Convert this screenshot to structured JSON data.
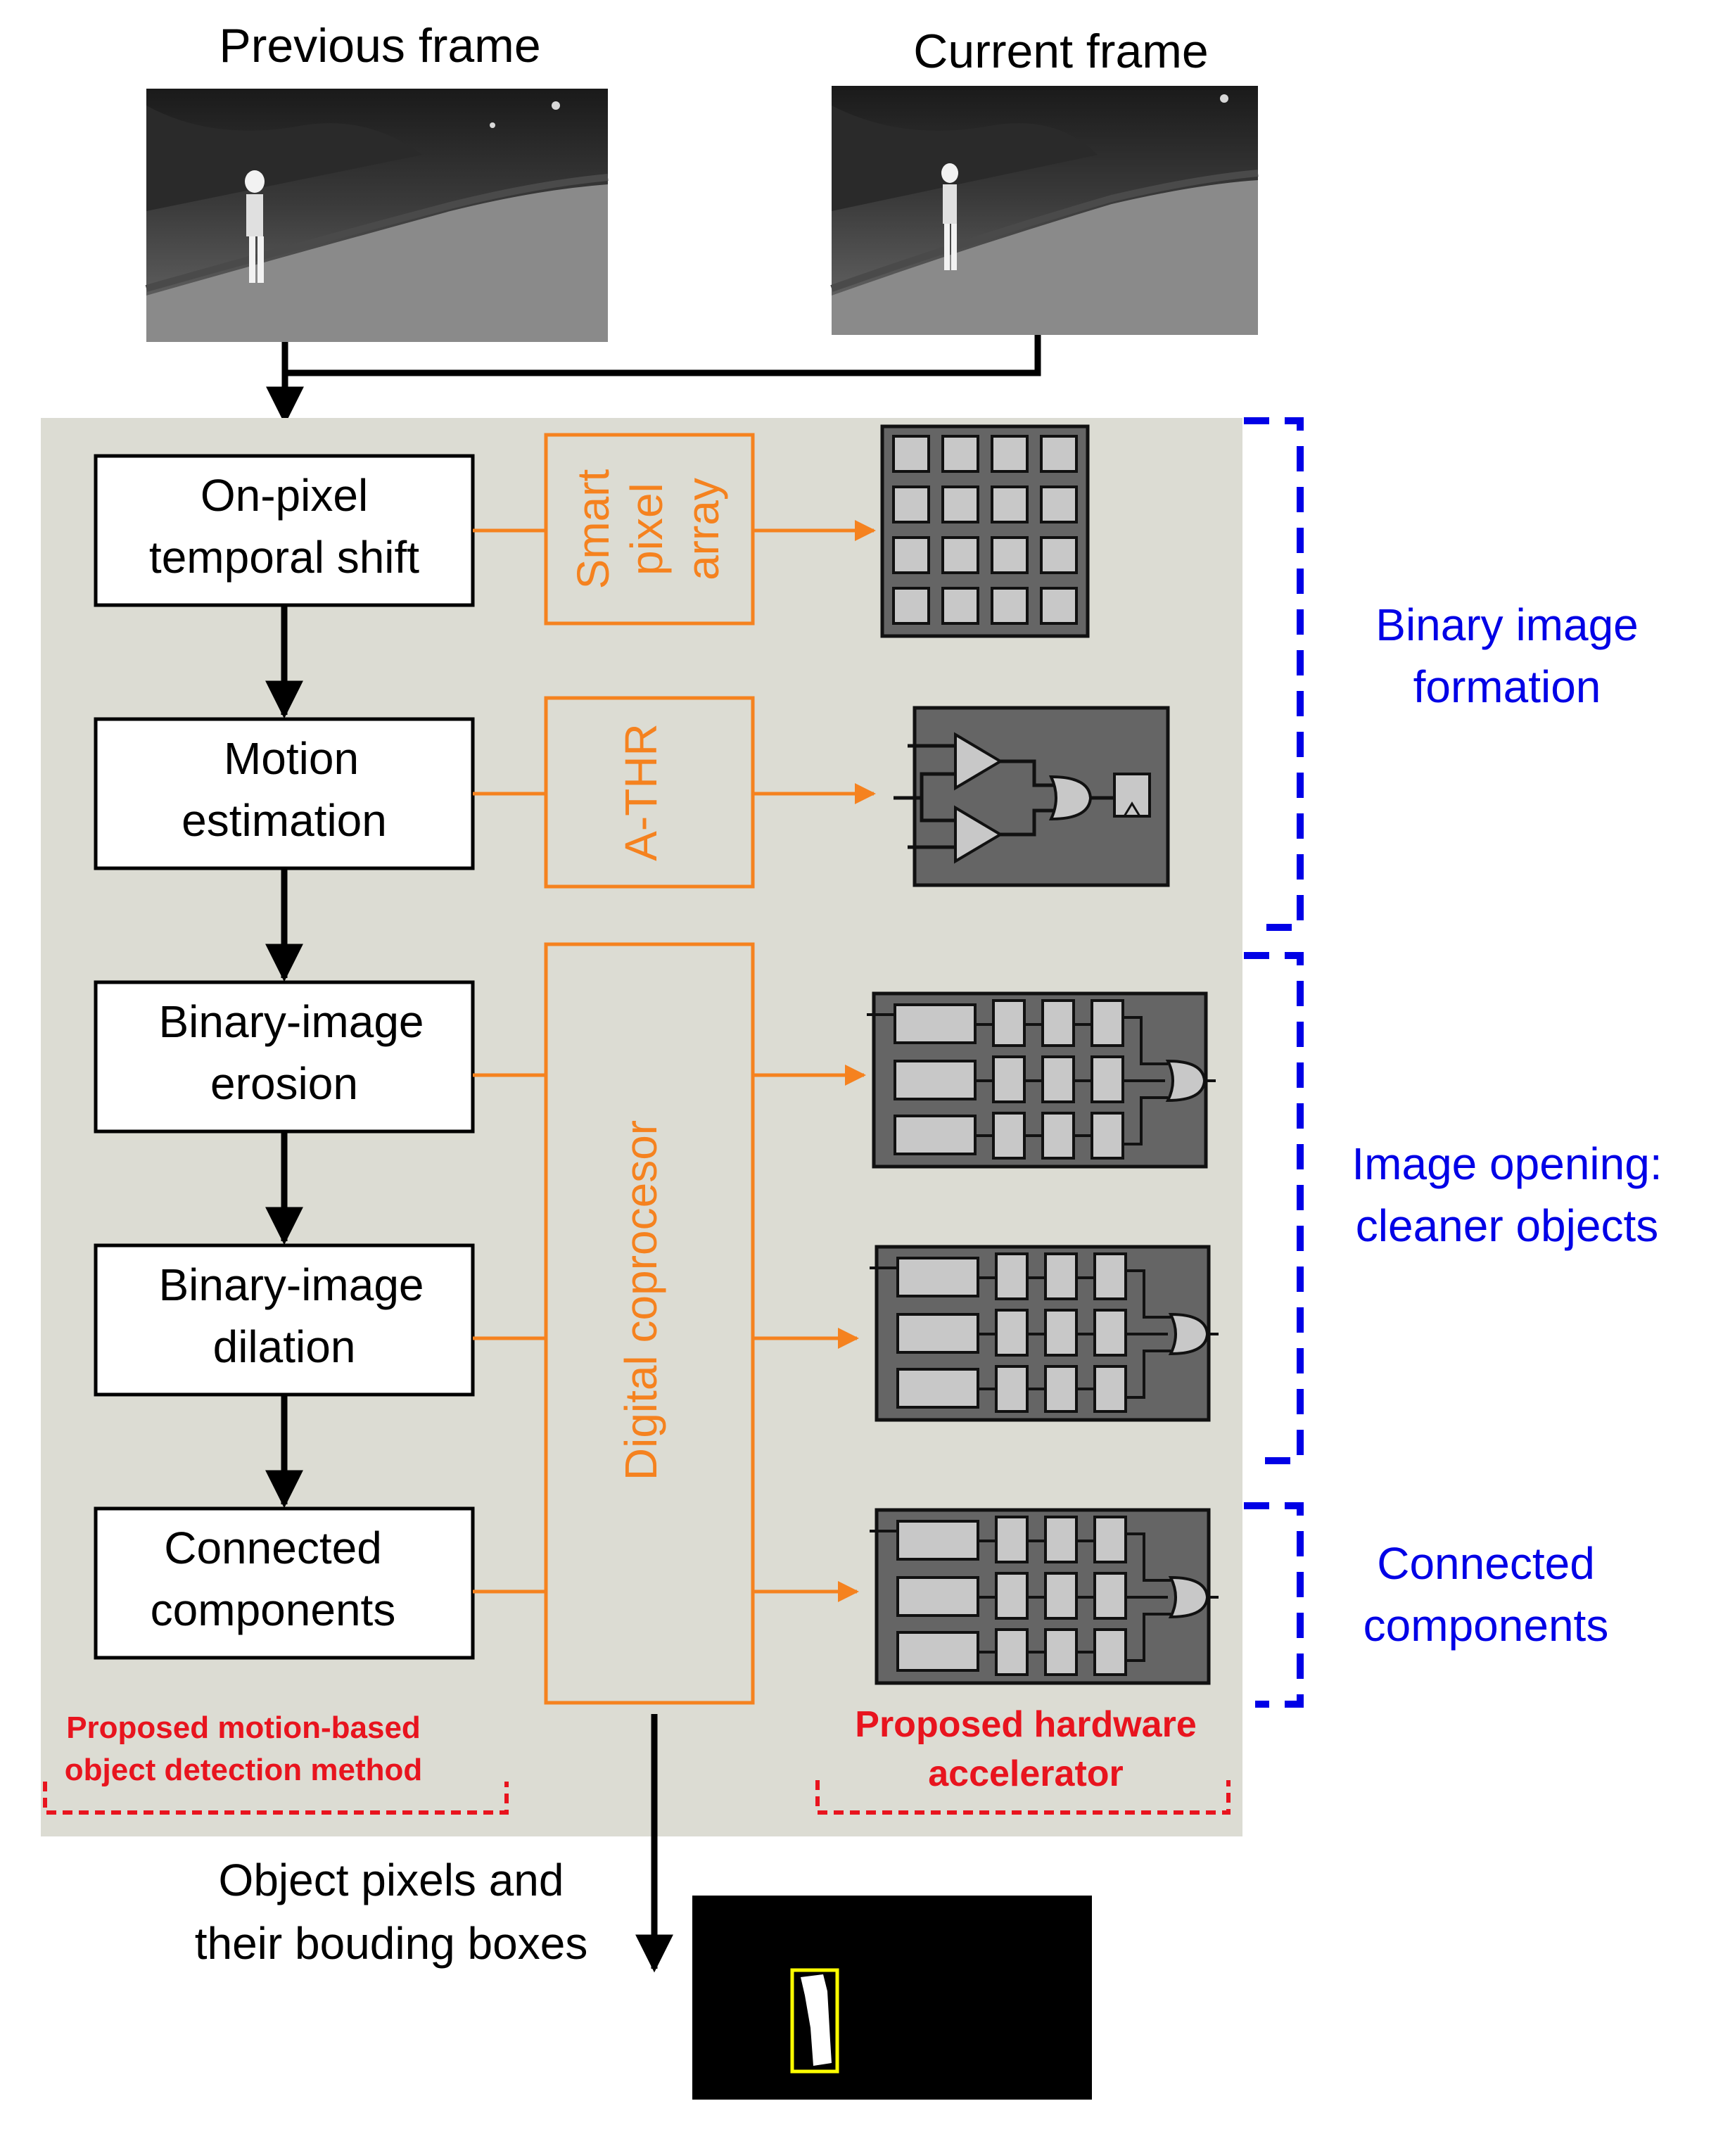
{
  "inputs": {
    "previous_frame": "Previous frame",
    "current_frame": "Current frame"
  },
  "steps": [
    {
      "line1": "On-pixel",
      "line2": "temporal shift"
    },
    {
      "line1": "Motion",
      "line2": "estimation"
    },
    {
      "line1": "Binary-image",
      "line2": "erosion"
    },
    {
      "line1": "Binary-image",
      "line2": "dilation"
    },
    {
      "line1": "Connected",
      "line2": "components"
    }
  ],
  "hardware": {
    "smart_pixel": [
      "Smart",
      "pixel",
      "array"
    ],
    "athr": "A-THR",
    "digital": "Digital coprocesor"
  },
  "stages": {
    "formation": [
      "Binary image",
      "formation"
    ],
    "opening": [
      "Image opening:",
      "cleaner objects"
    ],
    "components": [
      "Connected",
      "components"
    ]
  },
  "captions": {
    "method": [
      "Proposed motion-based",
      "object detection method"
    ],
    "accelerator": [
      "Proposed hardware",
      "accelerator"
    ]
  },
  "output": {
    "line1": "Object pixels and",
    "line2": "their bouding boxes"
  },
  "colors": {
    "panel": "#dcdcd3",
    "accent": "#f5821f",
    "stage": "#0000e6",
    "caption": "#e8141e",
    "box": "#ffff00",
    "block": "#656565",
    "cell": "#c8c8c8"
  }
}
